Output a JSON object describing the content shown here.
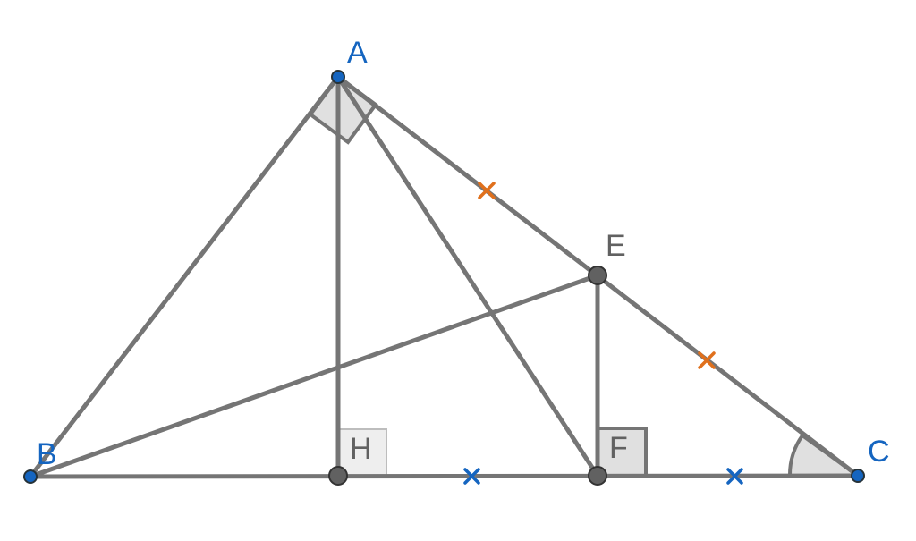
{
  "figure": {
    "points": [
      {
        "id": "A",
        "label": "A",
        "label_color": "#1565c0"
      },
      {
        "id": "B",
        "label": "B",
        "label_color": "#1565c0"
      },
      {
        "id": "C",
        "label": "C",
        "label_color": "#1565c0"
      },
      {
        "id": "E",
        "label": "E",
        "label_color": "#616161"
      },
      {
        "id": "F",
        "label": "F",
        "label_color": "#616161"
      },
      {
        "id": "H",
        "label": "H",
        "label_color": "#616161"
      }
    ],
    "segments": [
      "AB",
      "AC",
      "BC",
      "AH",
      "AF",
      "BE",
      "EF"
    ],
    "right_angles": [
      "BAC",
      "AHC",
      "EFC"
    ],
    "angle_marks": [
      "ACB"
    ],
    "equal_ticks": [
      {
        "segments": [
          "AE",
          "EC"
        ],
        "color": "#e0701c"
      },
      {
        "segments": [
          "HF",
          "FC"
        ],
        "color": "#1565c0"
      }
    ],
    "colors": {
      "line": "#757575",
      "free_point": "#1565c0",
      "dependent_point": "#616161",
      "angle_fill": "#e0e0e0"
    }
  }
}
